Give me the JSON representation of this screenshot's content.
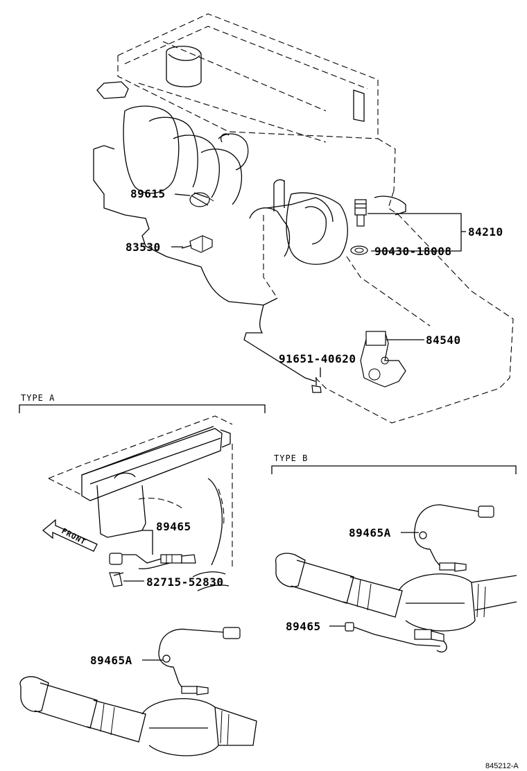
{
  "labels": {
    "p89615": "89615",
    "p83530": "83530",
    "p84210": "84210",
    "p90430": "90430-18008",
    "p84540": "84540",
    "p91651": "91651-40620",
    "typeA_89465": "89465",
    "typeA_82715": "82715-52830",
    "typeA_89465A": "89465A",
    "typeB_89465A": "89465A",
    "typeB_89465": "89465"
  },
  "sections": {
    "typeA": "TYPE A",
    "typeB": "TYPE B",
    "front": "FRONT"
  },
  "diagram_code": "845212-A"
}
